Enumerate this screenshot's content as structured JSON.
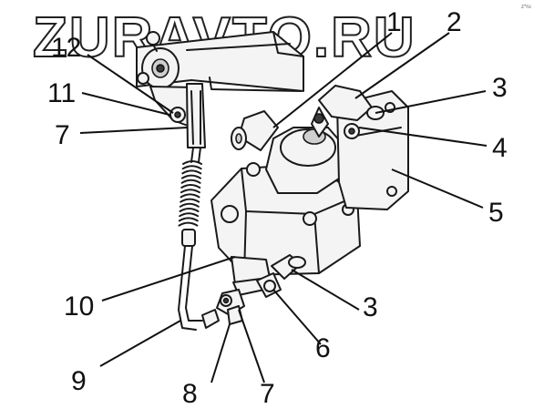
{
  "watermark": {
    "text": "ZURAVTO.RU"
  },
  "corner_mark": "z*ru",
  "callouts": [
    {
      "id": "c1",
      "text": "1"
    },
    {
      "id": "c2",
      "text": "2"
    },
    {
      "id": "c3a",
      "text": "3"
    },
    {
      "id": "c4",
      "text": "4"
    },
    {
      "id": "c5",
      "text": "5"
    },
    {
      "id": "c12",
      "text": "12"
    },
    {
      "id": "c11",
      "text": "11"
    },
    {
      "id": "c7a",
      "text": "7"
    },
    {
      "id": "c10",
      "text": "10"
    },
    {
      "id": "c3b",
      "text": "3"
    },
    {
      "id": "c6",
      "text": "6"
    },
    {
      "id": "c9",
      "text": "9"
    },
    {
      "id": "c8",
      "text": "8"
    },
    {
      "id": "c7b",
      "text": "7"
    }
  ]
}
